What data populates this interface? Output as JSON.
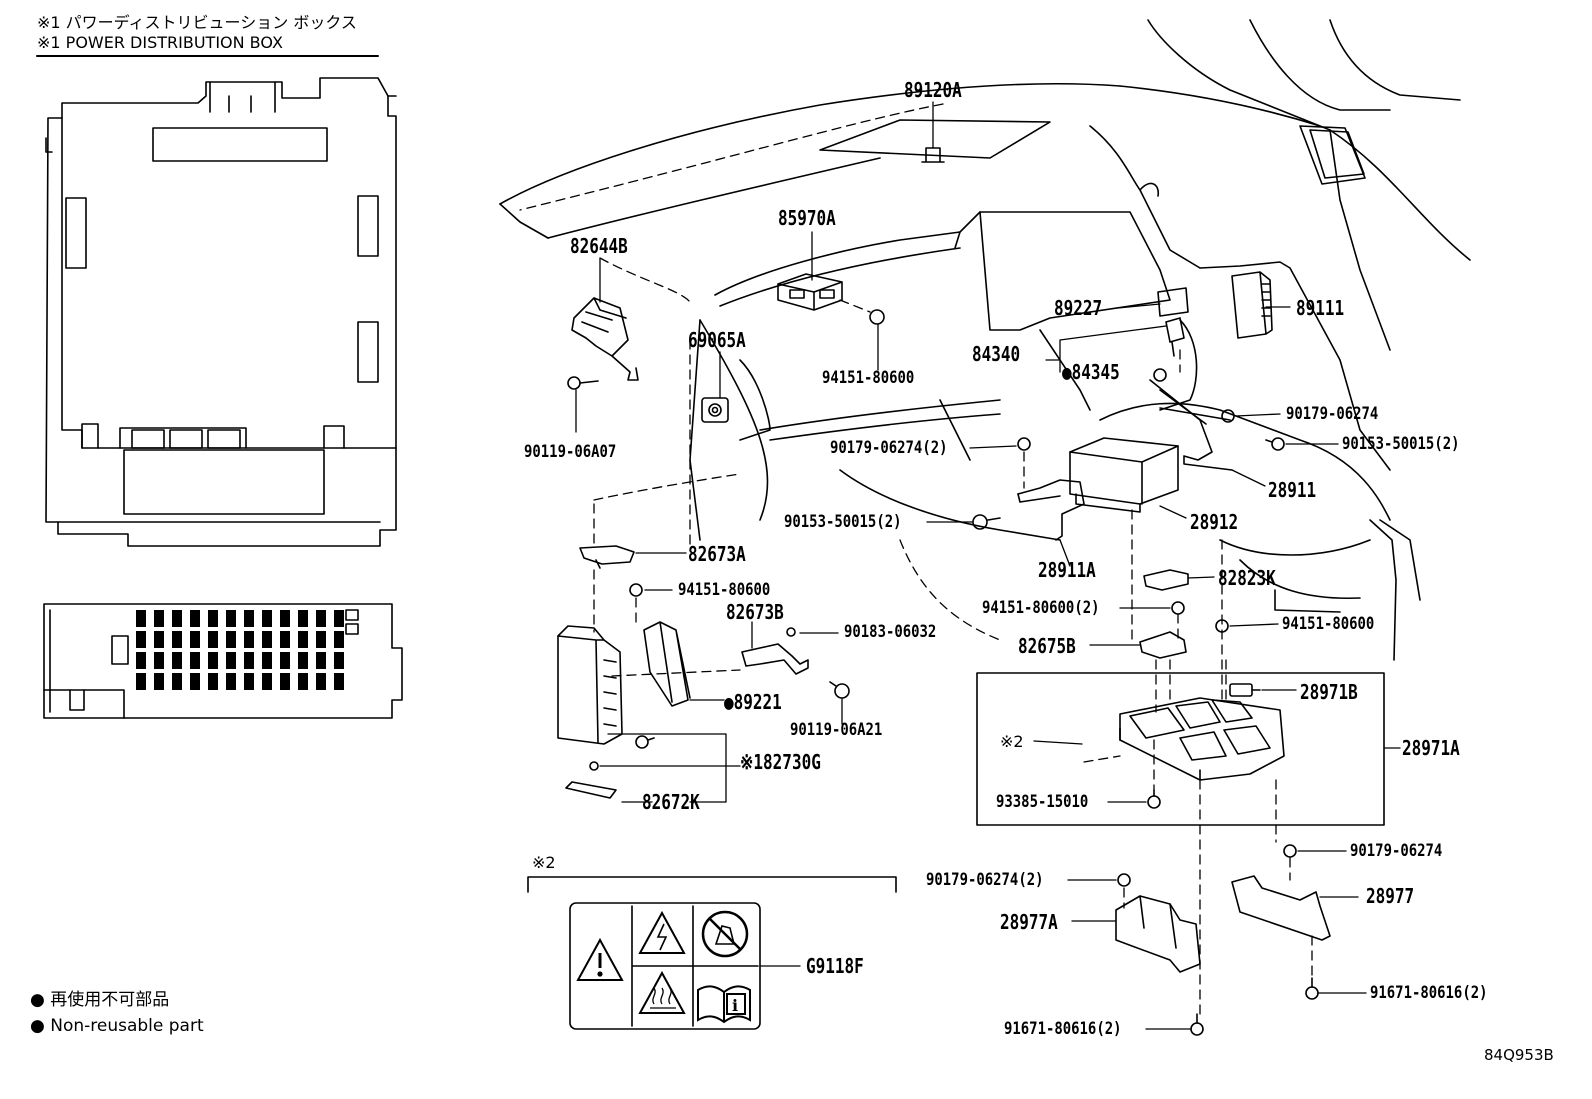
{
  "header": {
    "note_jp": "※1  パワーディストリビューション ボックス",
    "note_en": "※1  POWER DISTRIBUTION BOX"
  },
  "part_numbers": {
    "p89120A": "89120A",
    "p85970A": "85970A",
    "p82644B": "82644B",
    "p89227": "89227",
    "p89111": "89111",
    "p69065A": "69065A",
    "p84340": "84340",
    "p84345": "●84345",
    "p94151_80600_a": "94151-80600",
    "p90179_06274_a": "90179-06274",
    "p90153_50015_2_a": "90153-50015(2)",
    "p90119_06A07": "90119-06A07",
    "p90179_06274_2_a": "90179-06274(2)",
    "p28911": "28911",
    "p28912": "28912",
    "p90153_50015_2_b": "90153-50015(2)",
    "p82673A": "82673A",
    "p28911A": "28911A",
    "p82823K": "82823K",
    "p94151_80600_b": "94151-80600",
    "p82673B": "82673B",
    "p94151_80600_2": "94151-80600(2)",
    "p90183_06032": "90183-06032",
    "p82675B": "82675B",
    "p94151_80600_c": "94151-80600",
    "p89221": "●89221",
    "p28971B": "28971B",
    "p90119_06A21": "90119-06A21",
    "p28971A": "28971A",
    "p82730G": "※182730G",
    "p82672K": "82672K",
    "pnote2_a": "※2",
    "p93385_15010": "93385-15010",
    "p90179_06274_b": "90179-06274",
    "p90179_06274_2_b": "90179-06274(2)",
    "p28977": "28977",
    "p28977A": "28977A",
    "pG9118F": "G9118F",
    "p91671_80616_2_a": "91671-80616(2)",
    "p91671_80616_2_b": "91671-80616(2)",
    "pnote2_b": "※2"
  },
  "legend": {
    "jp": "●  再使用不可部品",
    "en": "●  Non-reusable part"
  },
  "diagram_id": "84Q953B",
  "icons": [
    "warning-triangle-icon",
    "electric-shock-icon",
    "no-touch-icon",
    "hot-surface-icon",
    "read-manual-icon"
  ]
}
